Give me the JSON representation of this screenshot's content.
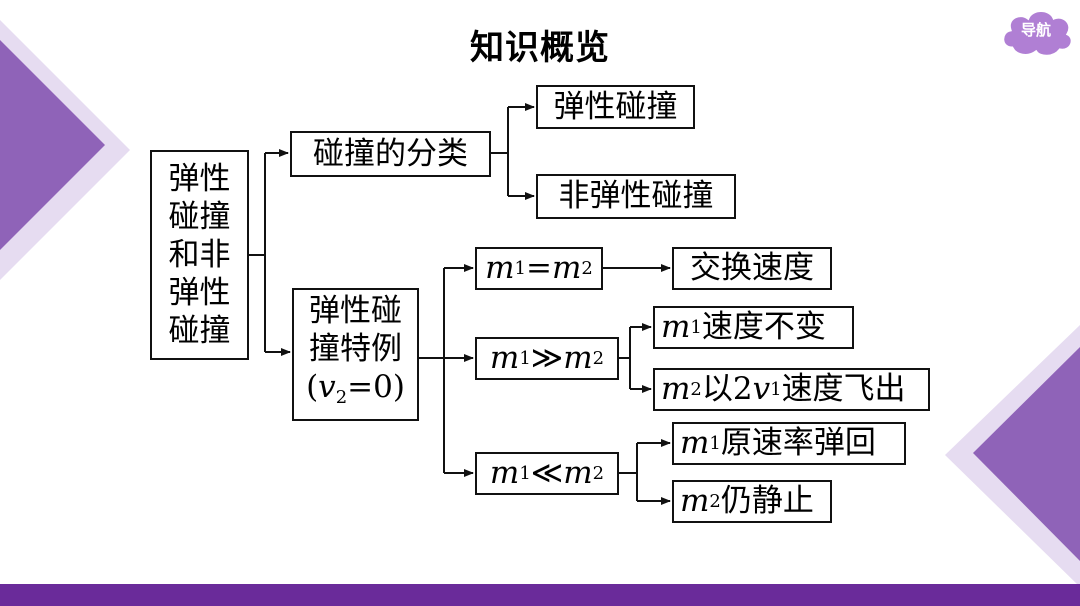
{
  "title": "知识概览",
  "nav_label": "导航",
  "colors": {
    "accent": "#6a2b9a",
    "triangle_dark": "#8f63b8",
    "triangle_light": "#d9c8ea",
    "badge": "#b07fd4"
  },
  "root": [
    "弹性",
    "碰撞",
    "和非",
    "弹性",
    "碰撞"
  ],
  "branch_classification": {
    "label": "碰撞的分类",
    "children": [
      "弹性碰撞",
      "非弹性碰撞"
    ]
  },
  "branch_special": {
    "lines": [
      "弹性碰",
      "撞特例"
    ],
    "condition": {
      "v": "v",
      "sub": "2",
      "rest": "=0)",
      "open": "("
    },
    "cases": [
      {
        "a": "m",
        "a_sub": "1",
        "op": "=",
        "b": "m",
        "b_sub": "2",
        "results": [
          {
            "text": "交换速度"
          }
        ]
      },
      {
        "a": "m",
        "a_sub": "1",
        "op": "≫",
        "b": "m",
        "b_sub": "2",
        "results": [
          {
            "var": "m",
            "var_sub": "1",
            "text": "速度不变"
          },
          {
            "var": "m",
            "var_sub": "2",
            "pre": "以2",
            "mid_var": "v",
            "mid_sub": "1",
            "text": "速度飞出"
          }
        ]
      },
      {
        "a": "m",
        "a_sub": "1",
        "op": "≪",
        "b": "m",
        "b_sub": "2",
        "results": [
          {
            "var": "m",
            "var_sub": "1",
            "text": "原速率弹回"
          },
          {
            "var": "m",
            "var_sub": "2",
            "text": "仍静止"
          }
        ]
      }
    ]
  }
}
